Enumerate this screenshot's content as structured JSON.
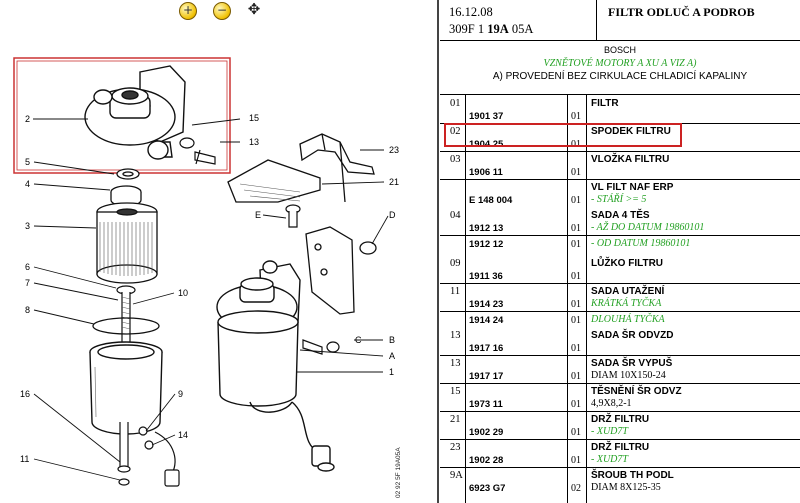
{
  "toolbar": {
    "zoom_in_icon": "zoom-in-icon",
    "zoom_out_icon": "zoom-out-icon",
    "move_icon": "move-icon"
  },
  "diagram": {
    "labels": [
      "2",
      "15",
      "13",
      "5",
      "4",
      "23",
      "21",
      "E",
      "D",
      "3",
      "6",
      "7",
      "8",
      "10",
      "B",
      "A",
      "1",
      "16",
      "9",
      "14",
      "11",
      "C"
    ],
    "ref": "02 92 5F 19A05A"
  },
  "header": {
    "date": "16.12.08",
    "code_prefix": "309F 1 ",
    "code_bold": "19A",
    "code_suffix": " 05A",
    "title": "FILTR ODLUČ A PODROB"
  },
  "section": {
    "brand": "BOSCH",
    "engine": "VZNĚTOVÉ MOTORY A XU A VIZ A)",
    "variant": "A) PROVEDENÍ BEZ CIRKULACE CHLADICÍ KAPALINY"
  },
  "rows": [
    {
      "pos": "01",
      "pn": "1901 37",
      "qty": "01",
      "desc": "FILTR"
    },
    {
      "pos": "02",
      "pn": "1904 25",
      "qty": "01",
      "desc": "SPODEK FILTRU"
    },
    {
      "pos": "03",
      "pn": "1906 11",
      "qty": "01",
      "desc": "VLOŽKA FILTRU"
    },
    {
      "pos": "",
      "pn": "E 148 004",
      "qty": "01",
      "desc": "VL FILT NAF ERP",
      "note": "- STÁŘÍ >= 5"
    },
    {
      "pos": "04",
      "pn": "1912 13",
      "qty": "01",
      "desc": "SADA 4 TĚS",
      "note": "- AŽ DO DATUM 19860101"
    },
    {
      "pos": "",
      "pn": "1912 12",
      "qty": "01",
      "note": "- OD DATUM 19860101"
    },
    {
      "pos": "09",
      "pn": "1911 36",
      "qty": "01",
      "desc": "LŮŽKO FILTRU"
    },
    {
      "pos": "11",
      "pn": "1914 23",
      "qty": "01",
      "desc": "SADA UTAŽENÍ",
      "note": "KRÁTKÁ TYČKA"
    },
    {
      "pos": "",
      "pn": "1914 24",
      "qty": "01",
      "note": "DLOUHÁ TYČKA"
    },
    {
      "pos": "13",
      "pn": "1917 16",
      "qty": "01",
      "desc": "SADA ŠR ODVZD"
    },
    {
      "pos": "13",
      "pn": "1917 17",
      "qty": "01",
      "desc": "SADA ŠR VYPUŠ",
      "spec": "DIAM 10X150-24"
    },
    {
      "pos": "15",
      "pn": "1973 11",
      "qty": "01",
      "desc": "TĚSNĚNÍ ŠR ODVZ",
      "spec": "4,9X8,2-1"
    },
    {
      "pos": "21",
      "pn": "1902 29",
      "qty": "01",
      "desc": "DRŽ FILTRU",
      "note": "- XUD7T"
    },
    {
      "pos": "23",
      "pn": "1902 28",
      "qty": "01",
      "desc": "DRŽ FILTRU",
      "note": "- XUD7T"
    },
    {
      "pos": "9A",
      "pn": "6923 G7",
      "qty": "02",
      "desc": "ŠROUB TH PODL",
      "spec": "DIAM 8X125-35"
    }
  ]
}
